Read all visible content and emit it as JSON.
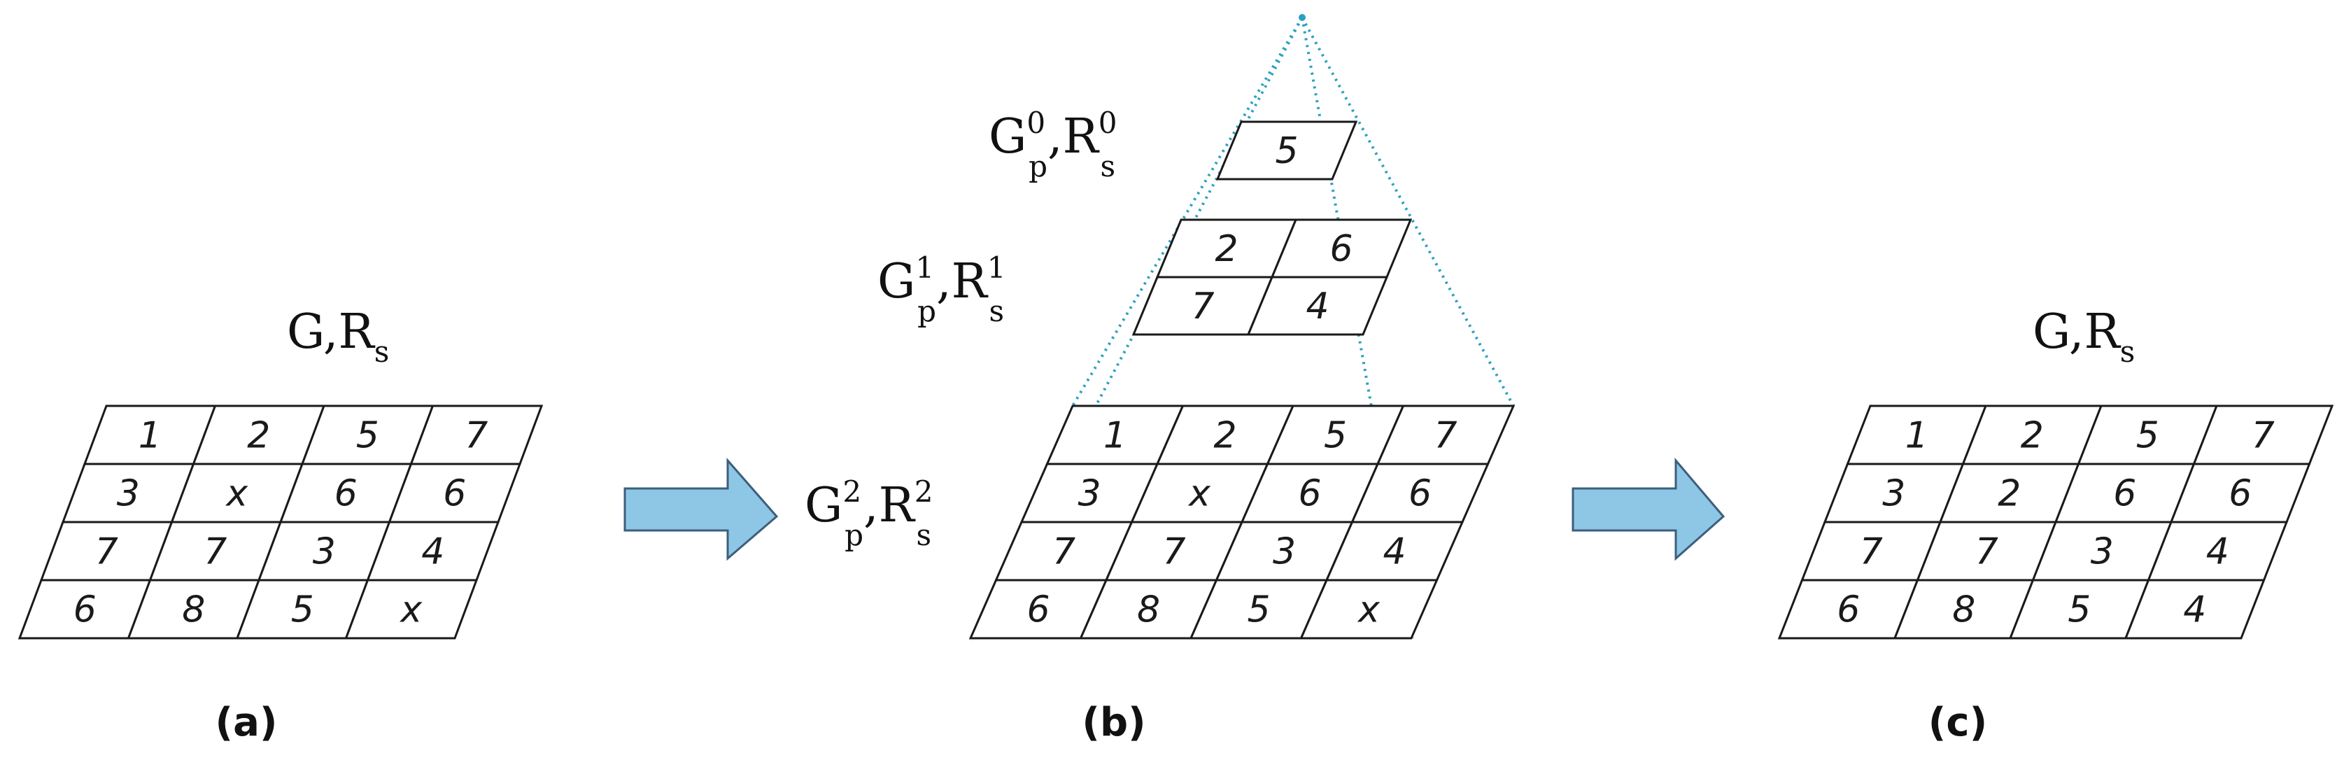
{
  "accent_arrow_color": "#8ec6e6",
  "projection_line_color": "#2aa0c0",
  "panels": {
    "a": {
      "caption": "(a)",
      "label": {
        "main": "G,R",
        "sub": "s"
      },
      "grid": [
        [
          "1",
          "2",
          "5",
          "7"
        ],
        [
          "3",
          "x",
          "6",
          "6"
        ],
        [
          "7",
          "7",
          "3",
          "4"
        ],
        [
          "6",
          "8",
          "5",
          "x"
        ]
      ]
    },
    "b": {
      "caption": "(b)",
      "level0": {
        "label": {
          "g": "G",
          "g_sup": "0",
          "g_sub": "p",
          "r": ",R",
          "r_sup": "0",
          "r_sub": "s"
        },
        "grid": [
          [
            "5"
          ]
        ]
      },
      "level1": {
        "label": {
          "g": "G",
          "g_sup": "1",
          "g_sub": "p",
          "r": ",R",
          "r_sup": "1",
          "r_sub": "s"
        },
        "grid": [
          [
            "2",
            "6"
          ],
          [
            "7",
            "4"
          ]
        ]
      },
      "level2": {
        "label": {
          "g": "G",
          "g_sup": "2",
          "g_sub": "p",
          "r": ",R",
          "r_sup": "2",
          "r_sub": "s"
        },
        "grid": [
          [
            "1",
            "2",
            "5",
            "7"
          ],
          [
            "3",
            "x",
            "6",
            "6"
          ],
          [
            "7",
            "7",
            "3",
            "4"
          ],
          [
            "6",
            "8",
            "5",
            "x"
          ]
        ]
      }
    },
    "c": {
      "caption": "(c)",
      "label": {
        "main": "G,R",
        "sub": "s"
      },
      "grid": [
        [
          "1",
          "2",
          "5",
          "7"
        ],
        [
          "3",
          "2",
          "6",
          "6"
        ],
        [
          "7",
          "7",
          "3",
          "4"
        ],
        [
          "6",
          "8",
          "5",
          "4"
        ]
      ]
    }
  },
  "icons": [
    "right-arrow-icon",
    "right-arrow-icon"
  ]
}
